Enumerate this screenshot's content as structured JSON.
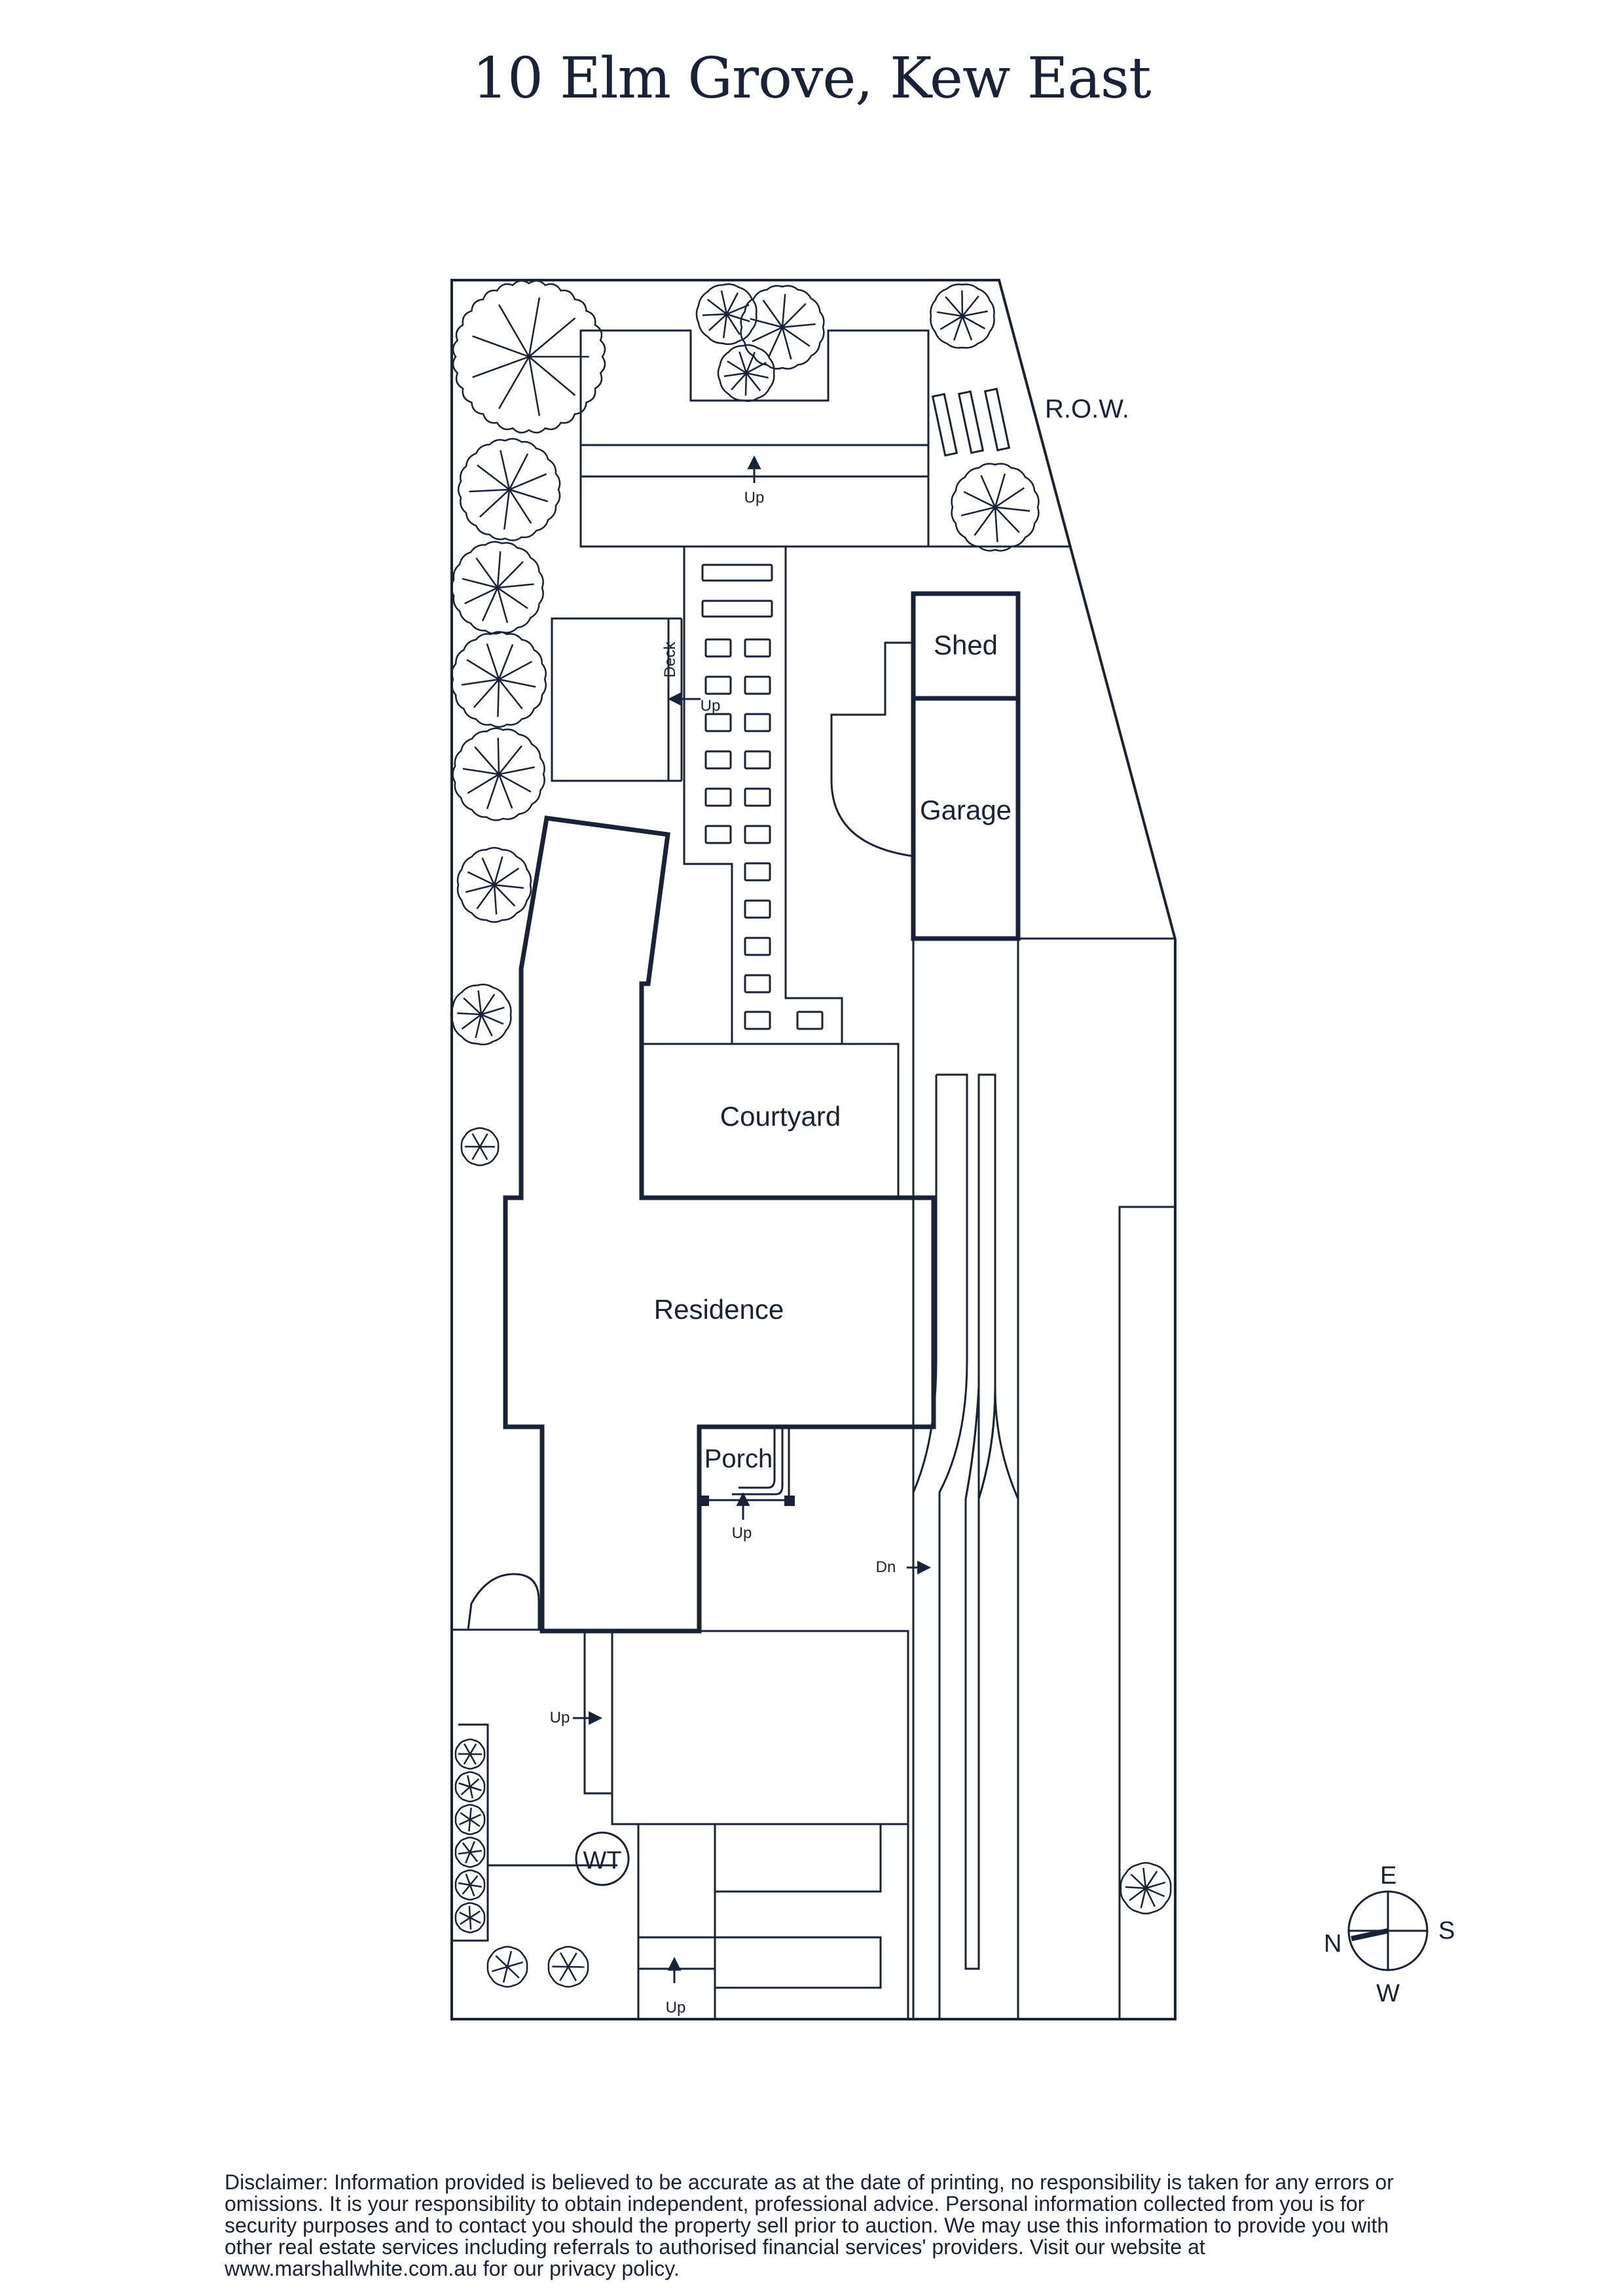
{
  "header": {
    "title": "10 Elm Grove, Kew East"
  },
  "labels": {
    "row": "R.O.W.",
    "shed": "Shed",
    "garage": "Garage",
    "deck": "Deck",
    "courtyard": "Courtyard",
    "residence": "Residence",
    "porch": "Porch",
    "water_tank": "WT",
    "up": "Up",
    "down": "Dn"
  },
  "compass": {
    "east": "E",
    "south": "S",
    "west": "W",
    "north": "N"
  },
  "footer": {
    "disclaimer": "Disclaimer: Information provided is believed to be accurate as at the date of printing, no responsibility is taken for any errors or omissions. It is your responsibility to obtain independent, professional advice. Personal information collected from you is for security purposes and to contact you should the property sell prior to auction. We may use this information to provide you with other real estate services including referrals to authorised financial services' providers. Visit our website at www.marshallwhite.com.au for our privacy policy."
  },
  "colors": {
    "ink": "#1a2238",
    "background": "#ffffff"
  }
}
